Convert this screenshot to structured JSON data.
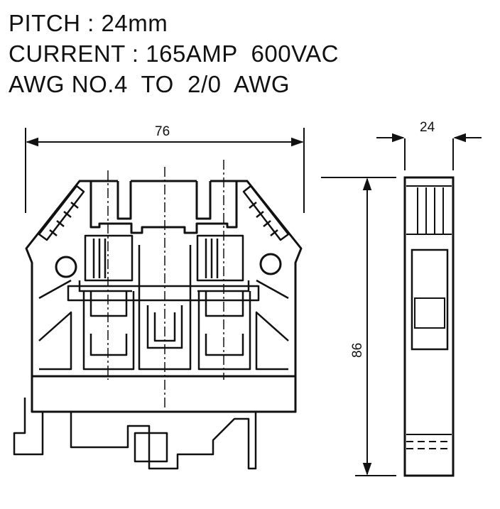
{
  "specs": {
    "pitch": "PITCH : 24mm",
    "current": "CURRENT : 165AMP  600VAC",
    "awg": "AWG NO.4  TO  2/0  AWG"
  },
  "dimensions": {
    "width": "76",
    "pitch": "24",
    "height": "86"
  },
  "colors": {
    "line": "#111111",
    "background": "#ffffff"
  }
}
